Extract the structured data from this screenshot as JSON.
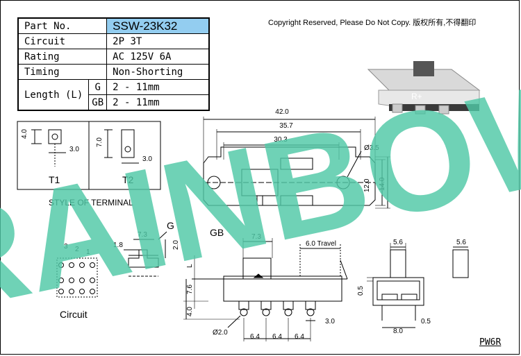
{
  "spec_table": {
    "part_no_label": "Part No.",
    "part_no_value": "SSW-23K32",
    "circuit_label": "Circuit",
    "circuit_value": "2P 3T",
    "rating_label": "Rating",
    "rating_value": "AC 125V 6A",
    "timing_label": "Timing",
    "timing_value": "Non-Shorting",
    "length_label": "Length (L)",
    "length_g_label": "G",
    "length_g_value": "2 - 11mm",
    "length_gb_label": "GB",
    "length_gb_value": "2 - 11mm"
  },
  "copyright": "Copyright Reserved, Please Do Not Copy. 版权所有,不得翻印",
  "watermark": "RAINBOW",
  "terminal": {
    "t1_label": "T1",
    "t2_label": "T2",
    "style_caption": "STYLE OF TERMINAL",
    "t1_height": "4.0",
    "t1_width": "3.0",
    "t2_height": "7.0",
    "t2_width": "3.0"
  },
  "top_view": {
    "dim_overall": "42.0",
    "dim_mid": "35.7",
    "dim_hole_pitch": "30.3",
    "dim_hole_dia": "Ø3.5",
    "dim_h_inner": "12.0",
    "dim_h_outer": "14.0"
  },
  "g_view": {
    "label": "G",
    "dim_width": "7.3",
    "dim_left": "1.8",
    "dim_height": "2.0"
  },
  "gb_view": {
    "label": "GB",
    "dim_width": "7.3",
    "dim_travel": "6.0  Travel",
    "dim_l": "L",
    "dim_body": "7.6",
    "dim_pin": "4.0",
    "dim_pin_hole": "Ø2.0",
    "dim_pitch_1": "6.4",
    "dim_pitch_2": "6.4",
    "dim_pitch_3": "6.4",
    "dim_pin_width": "3.0"
  },
  "end_view": {
    "dim_actuator_1": "5.6",
    "dim_actuator_2": "5.6",
    "dim_gap": "0.5",
    "dim_pin_gap": "0.5",
    "dim_width": "8.0"
  },
  "circuit": {
    "label": "Circuit",
    "pin_numbers": [
      "3",
      "2",
      "1"
    ]
  },
  "photo_mark": "R+",
  "drawing_code": "PW6R"
}
